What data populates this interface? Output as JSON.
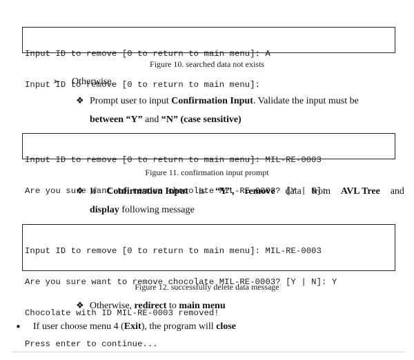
{
  "console1": {
    "lines": [
      "Input ID to remove [0 to return to main menu]: A",
      "Input ID to remove [0 to return to main menu]:"
    ]
  },
  "caption1": "Figure 10. searched data not exists",
  "otherwise1": {
    "glyph": "➢",
    "text": "Otherwise,"
  },
  "prompt": {
    "glyph": "❖",
    "part1": "Prompt user to input ",
    "bold1": "Confirmation Input",
    "part2": ". Validate the input must be",
    "bold2": "between “Y”",
    "part3": " and ",
    "bold3": "“N”",
    "part4": " ",
    "bold4": "(case sensitive)"
  },
  "console2": {
    "lines": [
      "Input ID to remove [0 to return to main menu]: MIL-RE-0003",
      "Are you sure want to remove chocolate MIL-RE-0003? [Y | N]:"
    ]
  },
  "caption2": "Figure 11. confirmation input prompt",
  "if_confirm": {
    "glyph": "❖",
    "w1": "If",
    "w2": "Confirmation Input",
    "w3": "is",
    "w4": "“Y”,",
    "w5": "remove",
    "w6": "data",
    "w7": "from",
    "w8": "AVL Tree",
    "w9": "and",
    "line2_bold": "display",
    "line2_text": " following message"
  },
  "console3": {
    "lines": [
      "Input ID to remove [0 to return to main menu]: MIL-RE-0003",
      "Are you sure want to remove chocolate MIL-RE-0003? [Y | N]: Y",
      "Chocolate with ID MIL-RE-0003 removed!",
      "Press enter to continue..."
    ]
  },
  "caption3": "Figure 12. successfully delete data message",
  "otherwise2": {
    "glyph": "❖",
    "text1": "Otherwise, ",
    "bold1": "redirect",
    "text2": " to ",
    "bold2": "main menu"
  },
  "exit_item": {
    "glyph": "•",
    "text1": "If user choose menu 4 (",
    "bold1": "Exit",
    "text2": "), the program will ",
    "bold2": "close"
  }
}
